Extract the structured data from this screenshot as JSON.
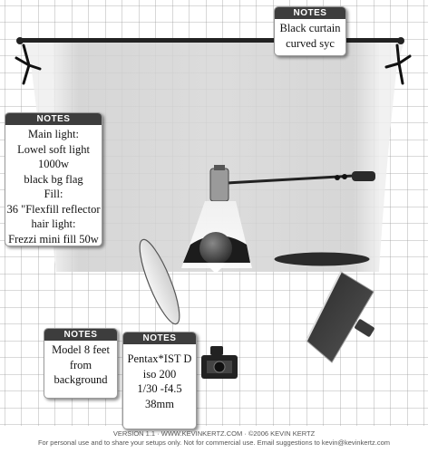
{
  "notes": {
    "backdrop": {
      "header": "NOTES",
      "lines": [
        "Black curtain",
        "curved syc"
      ]
    },
    "lighting": {
      "header": "NOTES",
      "lines": [
        "Main light:",
        "Lowel soft light",
        "1000w",
        "black  bg flag",
        "Fill:",
        "36 \"Flexfill reflector",
        "hair light:",
        "Frezzi mini fill 50w"
      ]
    },
    "model": {
      "header": "NOTES",
      "lines": [
        "Model 8 feet",
        "from",
        "background"
      ]
    },
    "camera": {
      "header": "NOTES",
      "lines": [
        "Pentax*IST D",
        "iso 200",
        "1/30 -f4.5",
        "38mm"
      ]
    }
  },
  "footer": {
    "line1": "VERSION 1.1  ·  WWW.KEVINKERTZ.COM  ·  ©2006 KEVIN KERTZ",
    "line2": "For personal use and to share your setups only. Not for commercial use.  Email suggestions to kevin@kevinkertz.com"
  },
  "colors": {
    "grid": "#9a9a9a",
    "backdrop": "#d9d9d9",
    "note_header": "#3d3d3d"
  }
}
